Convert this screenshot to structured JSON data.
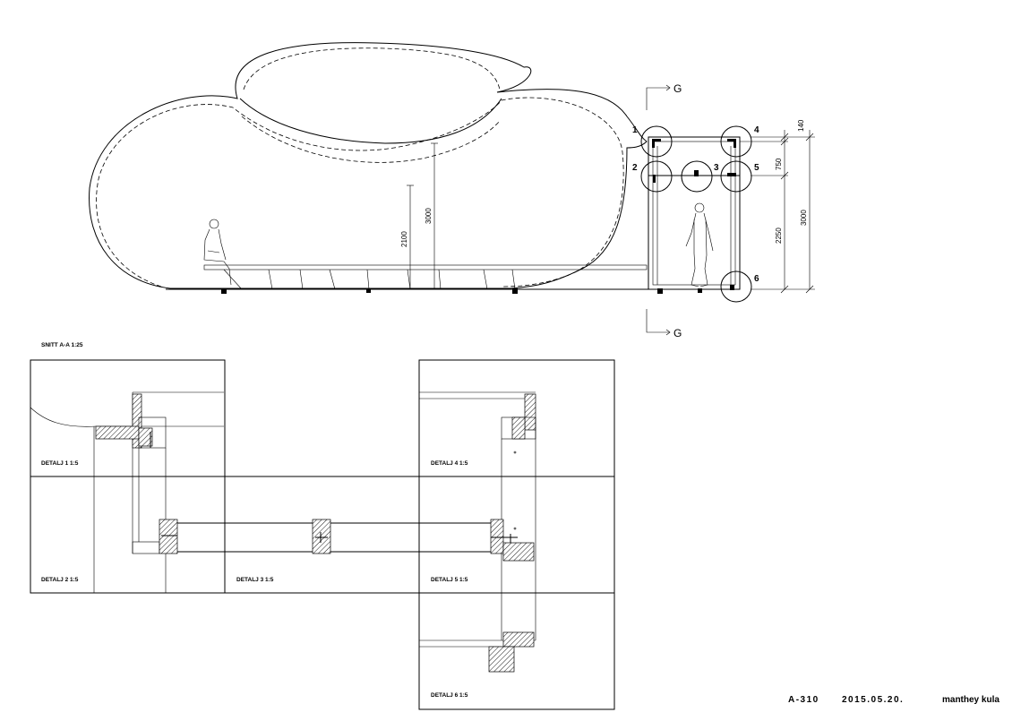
{
  "section_marks": {
    "top": "G",
    "bottom": "G"
  },
  "detail_callouts": [
    "1",
    "2",
    "3",
    "4",
    "5",
    "6"
  ],
  "dimensions": {
    "inner_height_low": "2100",
    "inner_height_high": "3000",
    "right_140": "140",
    "right_750": "750",
    "right_2250": "2250",
    "right_3000": "3000"
  },
  "section_title": "SNITT A-A 1:25",
  "details": [
    {
      "label": "DETALJ 1  1:5"
    },
    {
      "label": "DETALJ 2  1:5"
    },
    {
      "label": "DETALJ 3  1:5"
    },
    {
      "label": "DETALJ 4  1:5"
    },
    {
      "label": "DETALJ 5  1:5"
    },
    {
      "label": "DETALJ 6  1:5"
    }
  ],
  "footer": {
    "sheet_number": "A-310",
    "date": "2015.05.20.",
    "author": "manthey kula"
  }
}
